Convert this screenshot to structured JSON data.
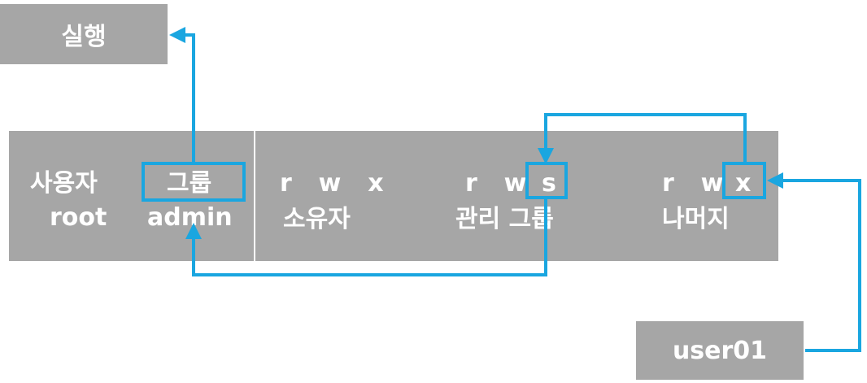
{
  "exec_box": {
    "label": "실행"
  },
  "user_box": {
    "label": "user01"
  },
  "owner_panel": {
    "user_heading": "사용자",
    "group_heading": "그룹",
    "user_value": "root",
    "group_value": "admin"
  },
  "perm_panel": {
    "owner": {
      "bits": "r  w  x",
      "label": "소유자"
    },
    "group": {
      "bits_rw": "r  w",
      "bit_special": "s",
      "label": "관리 그룹"
    },
    "other": {
      "bits_rw": "r  w",
      "bit_special": "x",
      "label": "나머지"
    }
  },
  "colors": {
    "box": "#a6a6a6",
    "arrow": "#1aa6e0",
    "text": "#ffffff"
  }
}
